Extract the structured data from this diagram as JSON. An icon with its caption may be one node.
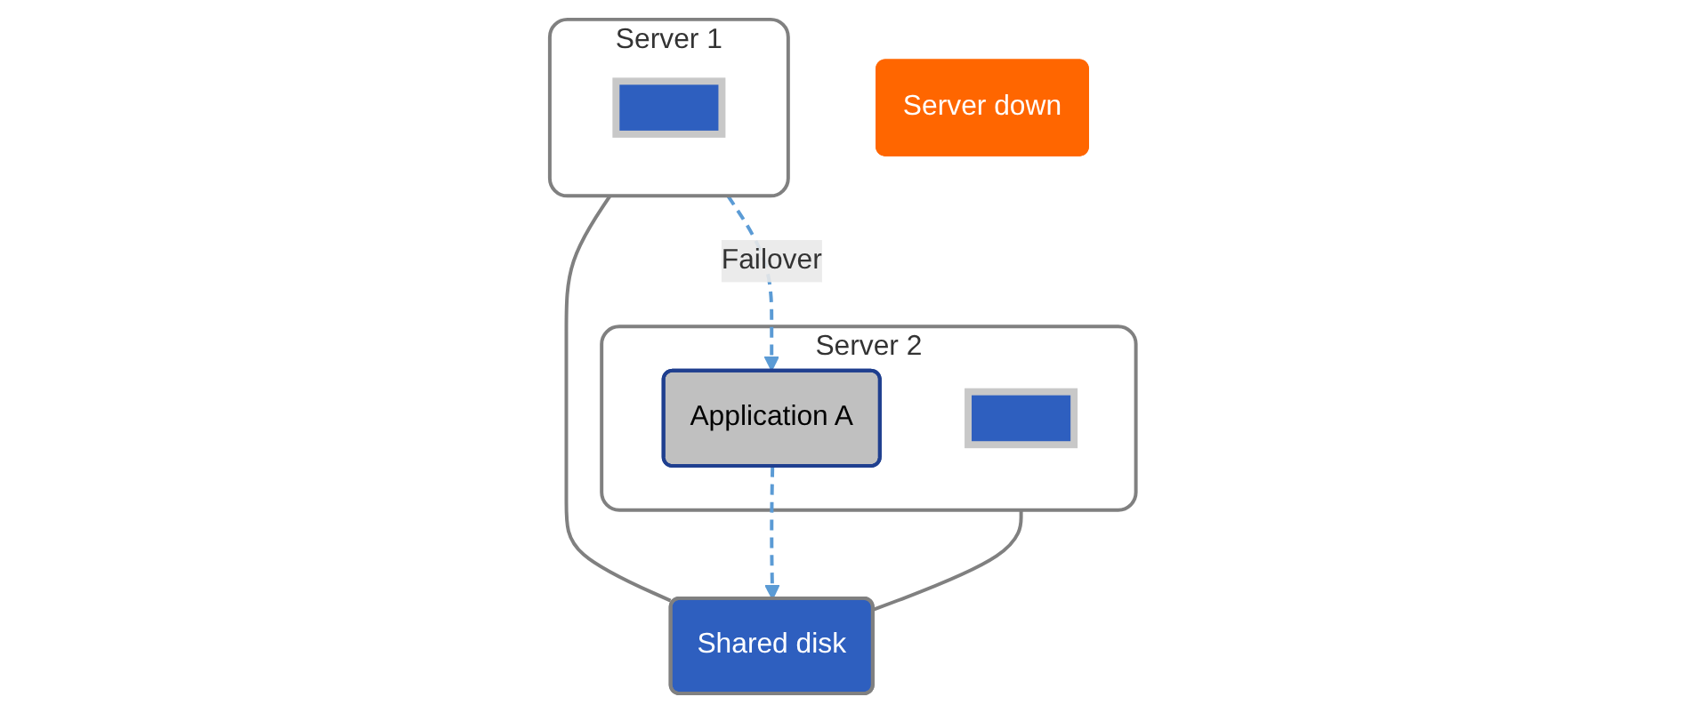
{
  "diagram": {
    "nodes": [
      {
        "text": [
          "Server 1"
        ]
      },
      {
        "text": [],
        "shape": "box",
        "in": 0
      },
      {
        "text": [
          "Server 2"
        ]
      },
      {
        "text": [
          "Application A"
        ],
        "in": 2
      },
      {
        "text": [],
        "shape": "box",
        "in": 2
      },
      {
        "text": [
          "Shared disk"
        ]
      },
      {
        "text": [
          "Server down"
        ]
      }
    ],
    "edges": [
      {
        "from": 0,
        "to": 5,
        "arrow": "none"
      },
      {
        "from": 2,
        "to": 5,
        "arrow": "none"
      },
      {
        "from": 0,
        "to": 3,
        "arrow": "to",
        "label": "Failover",
        "style": "dashed",
        "color": "#5b9bd5"
      },
      {
        "from": 3,
        "to": 5,
        "arrow": "to",
        "style": "dashed",
        "color": "#5b9bd5"
      }
    ]
  }
}
